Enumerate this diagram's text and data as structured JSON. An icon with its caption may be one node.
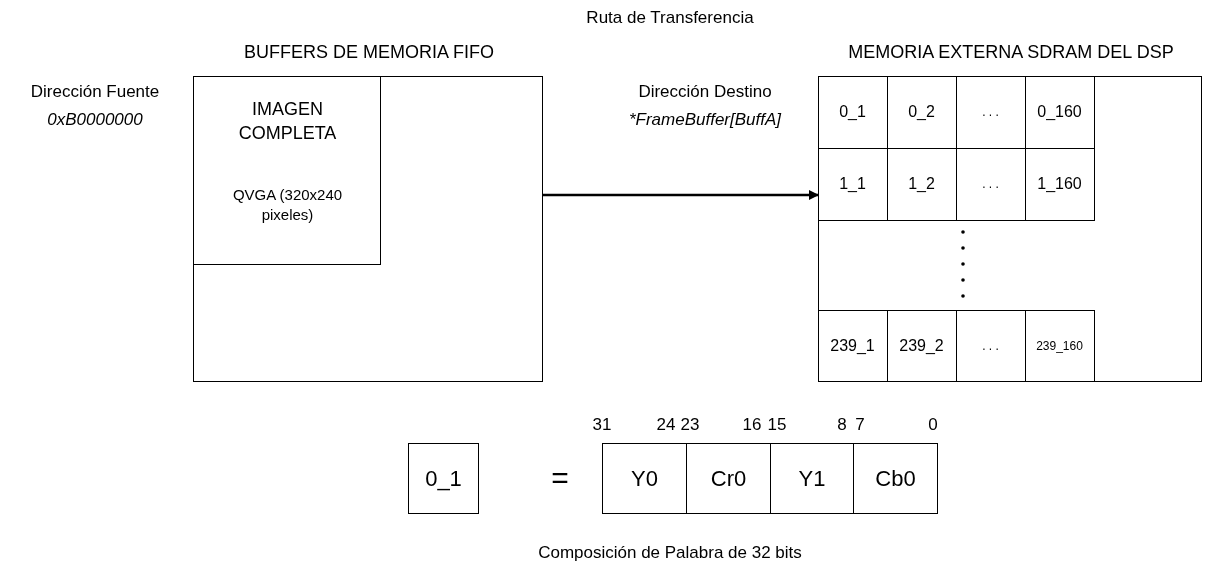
{
  "diagram": {
    "title": "Ruta de Transferencia",
    "nodes": [
      {
        "text": [
          "BUFFERS DE  MEMORIA FIFO"
        ],
        "beside": [
          "Dirección Fuente",
          "0xB0000000"
        ]
      },
      {
        "text": [
          "IMAGEN COMPLETA",
          "QVGA (320x240 pixeles)"
        ],
        "in": 0
      },
      {
        "text": [
          "MEMORIA EXTERNA SDRAM DEL DSP"
        ],
        "beside": [
          "Dirección Destino",
          "*FrameBuffer[BuffA]"
        ]
      },
      {
        "text": [
          "0_1"
        ],
        "in": 2
      },
      {
        "text": [
          "0_2"
        ],
        "in": 2
      },
      {
        "text": [
          ". . ."
        ],
        "in": 2
      },
      {
        "text": [
          "0_160"
        ],
        "in": 2
      },
      {
        "text": [
          "1_1"
        ],
        "in": 2
      },
      {
        "text": [
          "1_2"
        ],
        "in": 2
      },
      {
        "text": [
          ". . ."
        ],
        "in": 2
      },
      {
        "text": [
          "1_160"
        ],
        "in": 2
      },
      {
        "text": [
          "239_1"
        ],
        "in": 2
      },
      {
        "text": [
          "239_2"
        ],
        "in": 2
      },
      {
        "text": [
          ". . ."
        ],
        "in": 2
      },
      {
        "text": [
          "239_160"
        ],
        "in": 2
      },
      {
        "text": [
          "0_1"
        ]
      },
      {
        "text": [
          "Y0"
        ]
      },
      {
        "text": [
          "Cr0"
        ]
      },
      {
        "text": [
          "Y1"
        ]
      },
      {
        "text": [
          "Cb0"
        ]
      }
    ],
    "edges": [
      {
        "from": 0,
        "to": 2,
        "arrow": "to"
      }
    ],
    "labels": [
      "31",
      "24",
      "23",
      "16",
      "15",
      "8",
      "7",
      "0",
      "="
    ],
    "caption": "Composición de Palabra de 32 bits"
  }
}
